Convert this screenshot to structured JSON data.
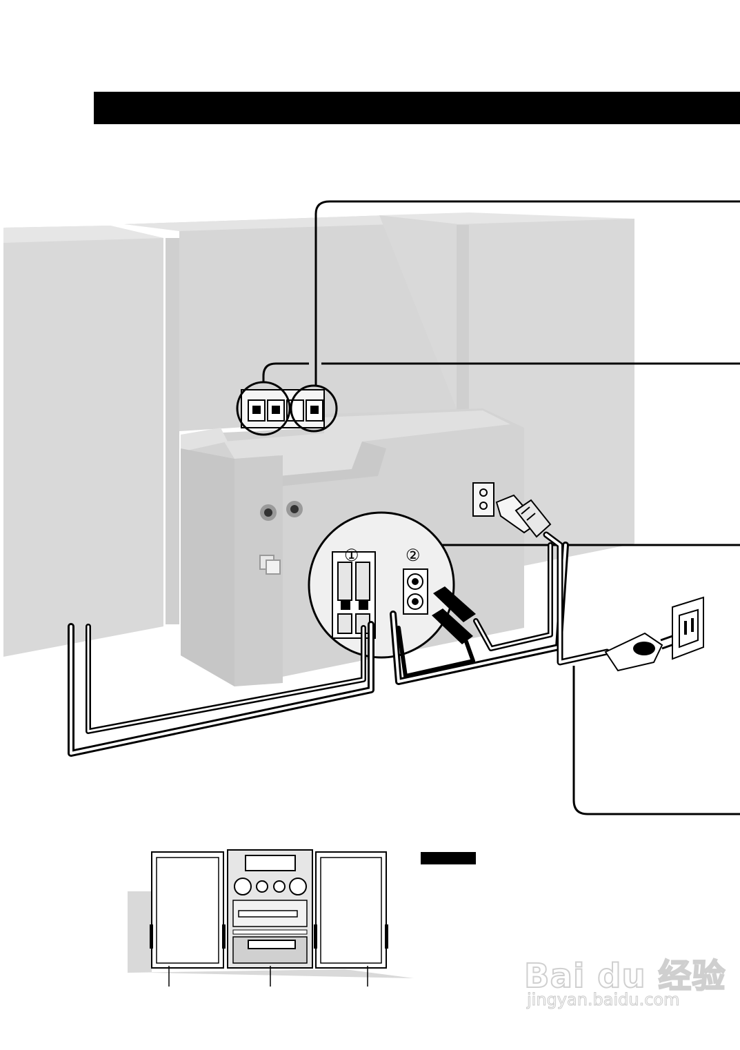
{
  "header": {
    "title_bar_color": "#000000"
  },
  "diagram": {
    "step_labels": [
      "①",
      "②"
    ],
    "colors": {
      "panel": "#d9d9d9",
      "panel_dark": "#cfcfcf",
      "panel_light": "#e8e8e8",
      "cable": "#000000",
      "background": "#ffffff"
    }
  },
  "watermark": {
    "brand": "Bai du 经验",
    "url": "jingyan.baidu.com"
  }
}
